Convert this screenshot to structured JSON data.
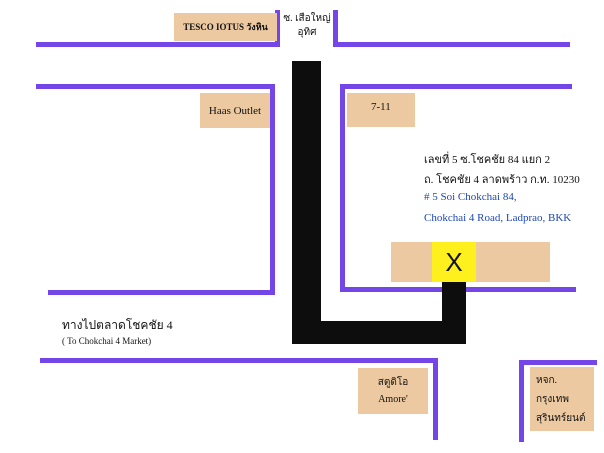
{
  "landmarks": {
    "tesco": "TESCO IOTUS วังหิน",
    "haas": "Haas  Outlet",
    "seven_eleven": "7-11",
    "amore_line1": "สตูดิโอ",
    "amore_line2": "Amore'",
    "mansion_line1": "หจก.",
    "mansion_line2": "กรุงเทพ",
    "mansion_line3": "สุรินทร์ยนต์"
  },
  "street_top": {
    "line1": "ซ. เสือใหญ่",
    "line2": "อุทิศ"
  },
  "address": {
    "thai_line1": "เลขที่ 5 ซ.โชคชัย 84 แยก 2",
    "thai_line2": "ถ. โชคชัย 4   ลาดพร้าว ก.ท.  10230",
    "en_line1": "# 5  Soi Chokchai 84,",
    "en_line2": "Chokchai 4 Road, Ladprao, BKK"
  },
  "destination": {
    "marker": "X"
  },
  "market_direction": {
    "thai": "ทางไปตลาดโชคชัย 4",
    "en": "( To Chokchai 4 Market)"
  },
  "colors": {
    "road": "#7446e8",
    "route": "#0d0d0d",
    "building": "#ecc9a0",
    "destination_marker": "#fdf01c",
    "address_en": "#1d47b5"
  }
}
